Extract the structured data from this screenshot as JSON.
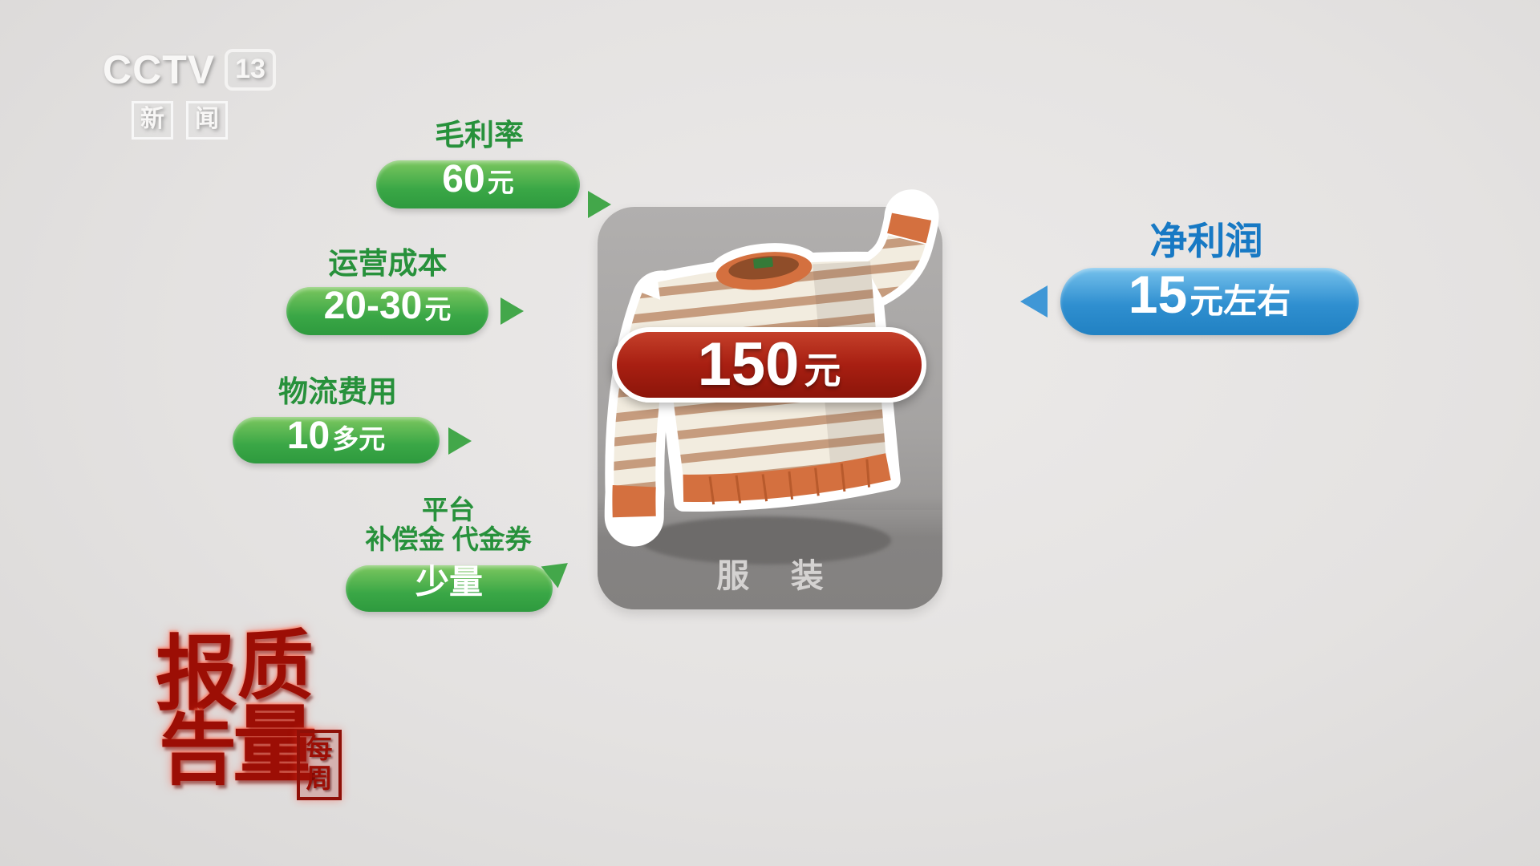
{
  "channel_bug": {
    "name": "CCTV",
    "number": "13",
    "subtitle_char1": "新",
    "subtitle_char2": "闻"
  },
  "cost_labels": [
    {
      "title": "毛利率",
      "value": "60",
      "unit": "元"
    },
    {
      "title": "运营成本",
      "value": "20-30",
      "unit": "元"
    },
    {
      "title": "物流费用",
      "value": "10",
      "unit": "多元"
    },
    {
      "title_line1": "平台",
      "title_line2": "补偿金 代金券",
      "value": "少量"
    }
  ],
  "profit_label": {
    "title": "净利润",
    "value": "15",
    "unit": "元左右"
  },
  "product": {
    "price_value": "150",
    "price_unit": "元",
    "category": "服 装"
  },
  "stamp": {
    "char_top_left": "报",
    "char_top_right": "质",
    "char_bottom_left": "告",
    "char_bottom_right": "量",
    "small_top": "每",
    "small_bottom": "周"
  },
  "colors": {
    "green": "#2e9a3e",
    "blue": "#2f8fd0",
    "red": "#a81f12",
    "card_gray": "#a5a3a2"
  }
}
